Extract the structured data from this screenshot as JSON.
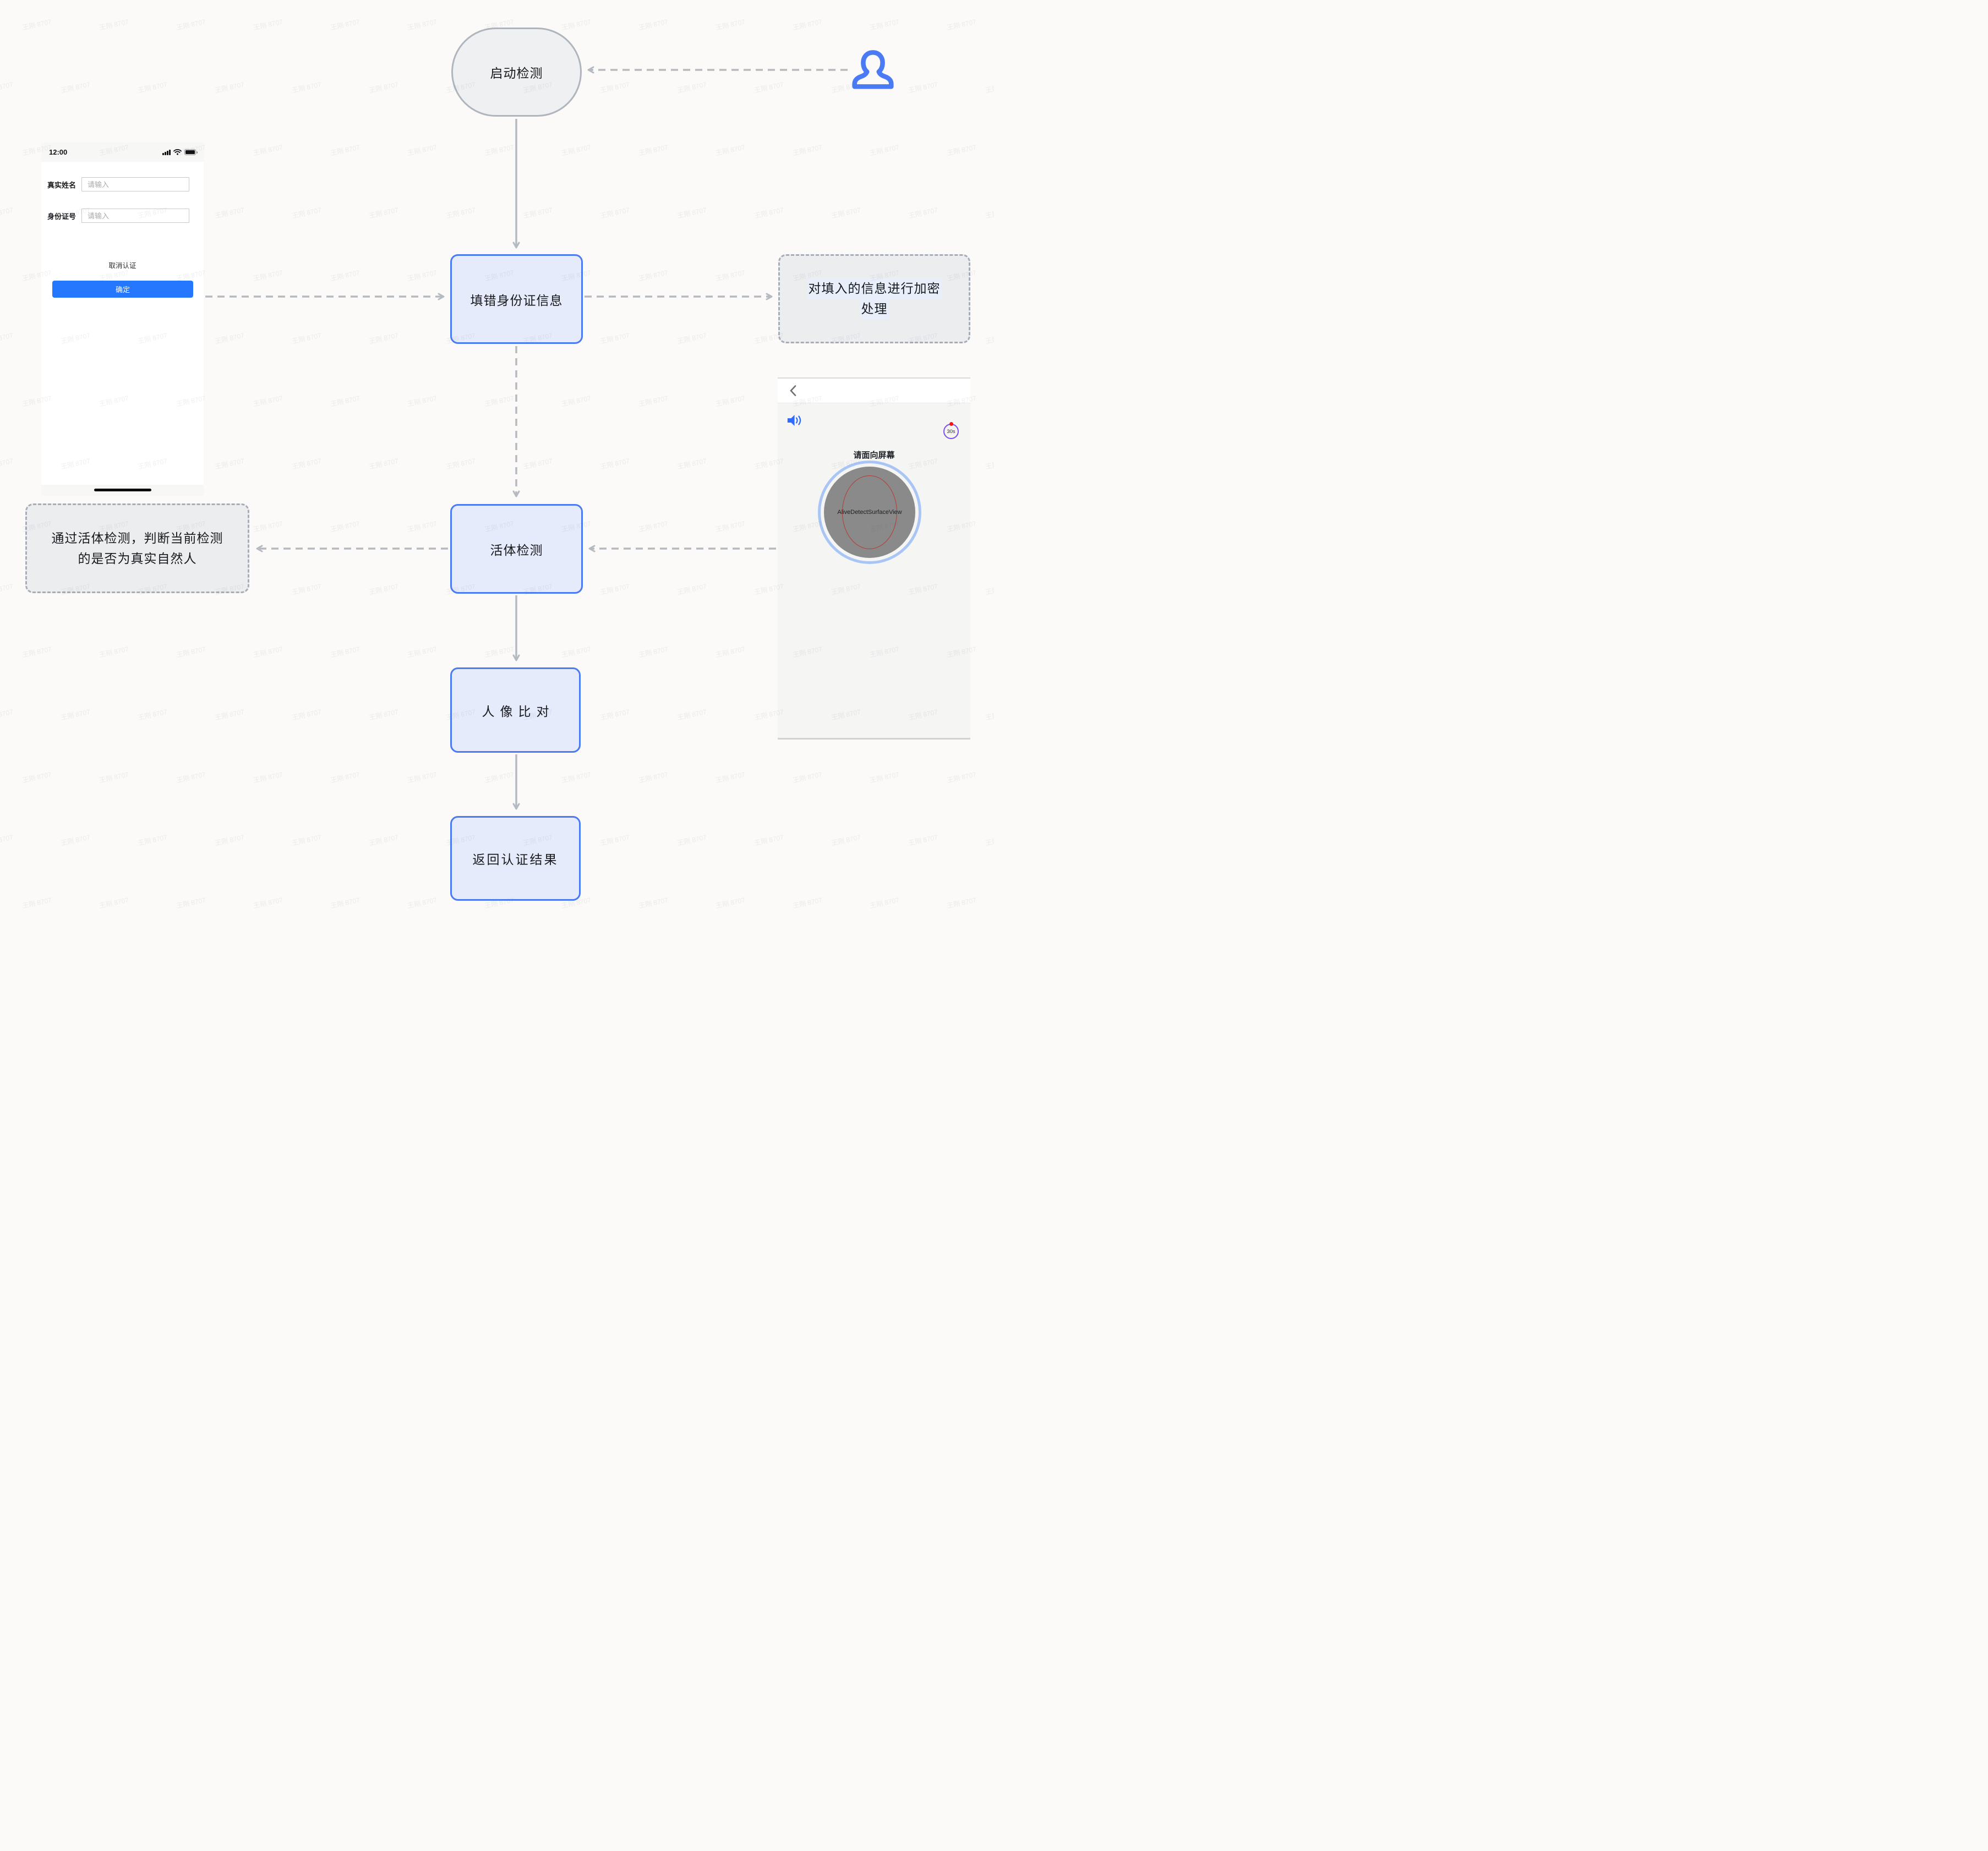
{
  "watermark": "王刚 8707",
  "colors": {
    "accent_blue": "#4B7BF0",
    "node_fill_blue": "#E6EBFB",
    "node_gray_border": "#A7ADB7",
    "node_gray_fill": "#ECEDEF",
    "start_border_gray": "#AFB5BD",
    "arrow_gray": "#B5BAC0",
    "confirm_button_blue": "#2577FE",
    "person_icon_blue": "#4A7BF4",
    "speaker_icon_blue": "#2F6BFF",
    "timer_ring_purple": "#7D50E8",
    "timer_dot_red": "#F51313",
    "face_ring_blue": "#A9C5F6",
    "face_circle_gray": "#8A8A8A",
    "face_oval_red": "#B63A32"
  },
  "icons": {
    "person": "user-outline",
    "back": "chevron-left",
    "speaker": "speaker-on",
    "signal": "signal-bars",
    "wifi": "wifi",
    "battery": "battery-full",
    "timer": "countdown-circle"
  },
  "phone": {
    "status_time": "12:00",
    "fields": [
      {
        "label": "真实姓名",
        "placeholder": "请输入",
        "value": ""
      },
      {
        "label": "身份证号",
        "placeholder": "请输入",
        "value": ""
      }
    ],
    "cancel_label": "取消认证",
    "confirm_label": "确定"
  },
  "flow": {
    "start": "启动检测",
    "fill_id": "填错身份证信息",
    "encrypt_line1": "对填入的信息进行加密",
    "encrypt_line2": "处理",
    "liveness": "活体检测",
    "explain_line1": "通过活体检测，判断当前检测",
    "explain_line2": "的是否为真实自然人",
    "compare": "人像比对",
    "result": "返回认证结果"
  },
  "live_panel": {
    "instruction": "请面向屏幕",
    "timer_label": "30s",
    "surface_label": "AliveDetectSurfaceView"
  }
}
